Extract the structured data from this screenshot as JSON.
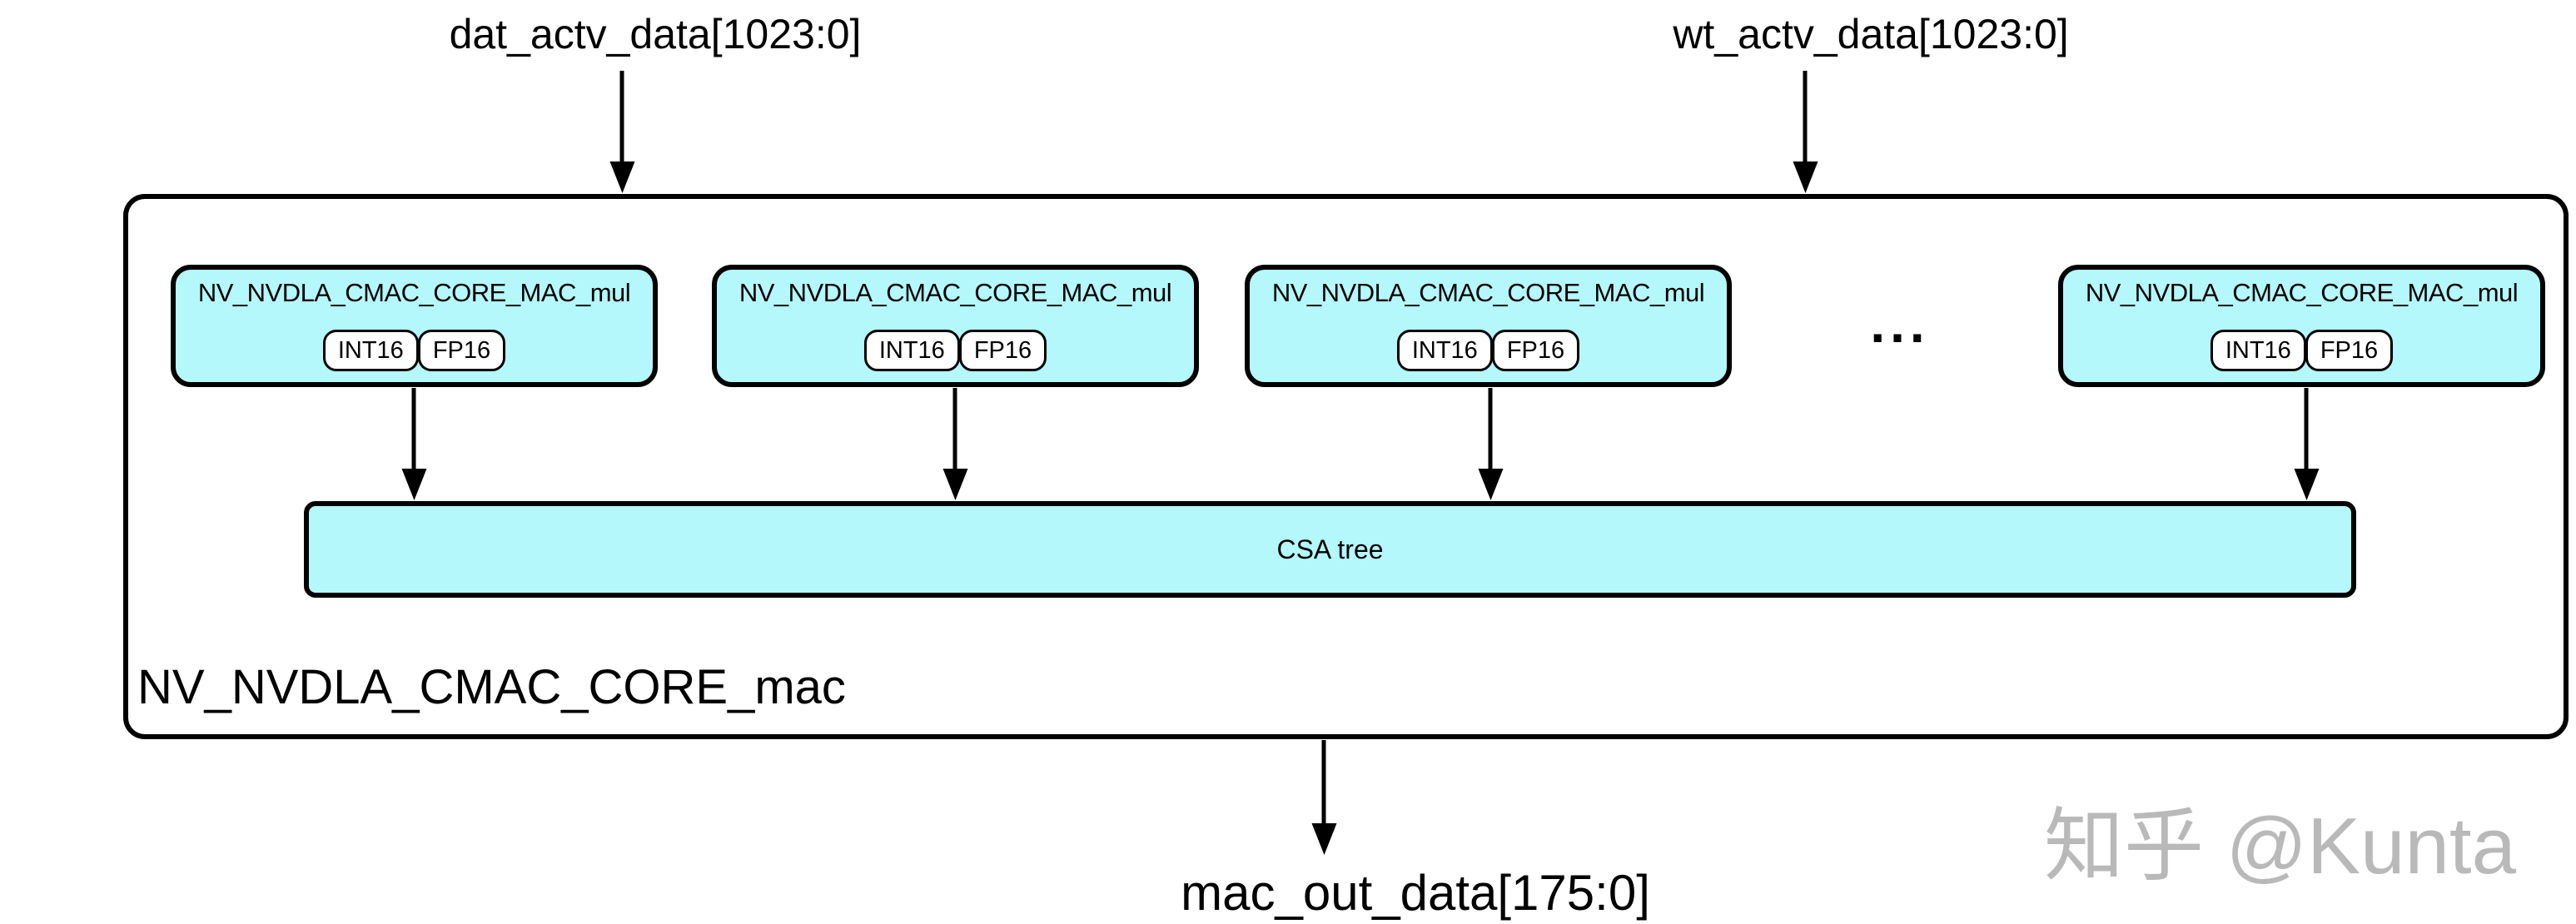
{
  "diagram": {
    "inputs": [
      {
        "label": "dat_actv_data[1023:0]"
      },
      {
        "label": "wt_actv_data[1023:0]"
      }
    ],
    "outer_module": {
      "label": "NV_NVDLA_CMAC_CORE_mac"
    },
    "mul_units": [
      {
        "title": "NV_NVDLA_CMAC_CORE_MAC_mul",
        "modes": [
          "INT16",
          "FP16"
        ]
      },
      {
        "title": "NV_NVDLA_CMAC_CORE_MAC_mul",
        "modes": [
          "INT16",
          "FP16"
        ]
      },
      {
        "title": "NV_NVDLA_CMAC_CORE_MAC_mul",
        "modes": [
          "INT16",
          "FP16"
        ]
      },
      {
        "title": "NV_NVDLA_CMAC_CORE_MAC_mul",
        "modes": [
          "INT16",
          "FP16"
        ]
      }
    ],
    "ellipsis": "...",
    "csa": {
      "label": "CSA tree"
    },
    "output": {
      "label": "mac_out_data[175:0]"
    },
    "watermark": "知乎 @Kunta",
    "colors": {
      "unit_fill": "#b4f8fc",
      "line": "#000000",
      "watermark_gray": "#b9b9b9"
    }
  }
}
